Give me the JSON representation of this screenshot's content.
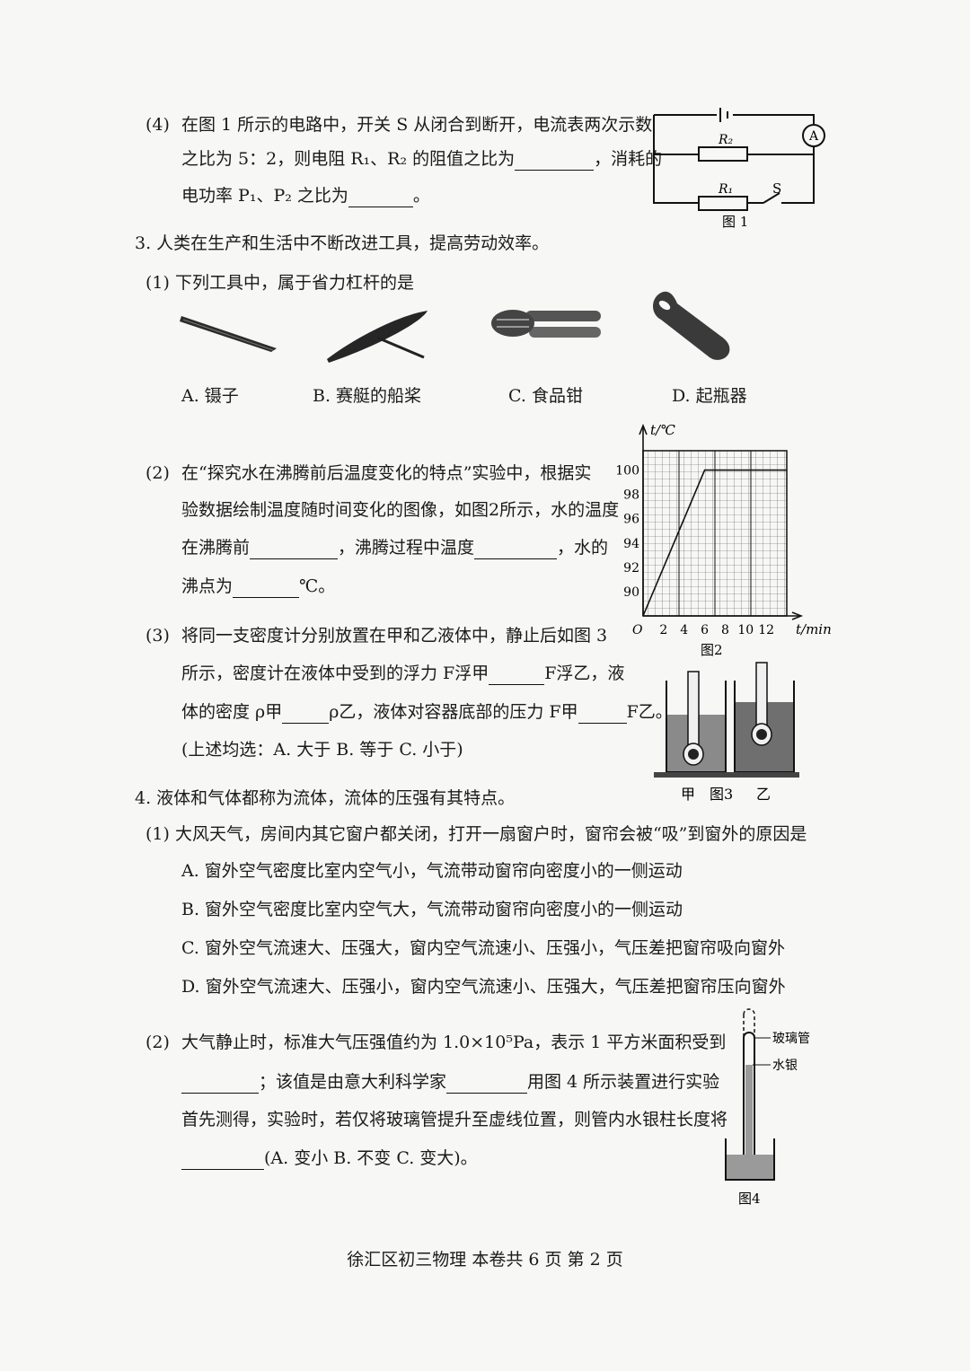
{
  "q2_4": {
    "num": "(4)",
    "l1": "在图 1 所示的电路中，开关 S 从闭合到断开，电流表两次示数",
    "l2a": "之比为 5：2，则电阻 R₁、R₂ 的阻值之比为",
    "l2b": "，消耗的",
    "l3a": "电功率 P₁、P₂ 之比为",
    "l3b": "。"
  },
  "fig1": {
    "r2": "R₂",
    "r1": "R₁",
    "s": "S",
    "a": "A",
    "caption": "图 1"
  },
  "q3": {
    "title": "3.  人类在生产和生活中不断改进工具，提高劳动效率。",
    "p1": "(1)  下列工具中，属于省力杠杆的是",
    "options": [
      "A.  镊子",
      "B.  赛艇的船桨",
      "C.  食品钳",
      "D.  起瓶器"
    ],
    "p2num": "(2)",
    "p2l1": "在“探究水在沸腾前后温度变化的特点”实验中，根据实",
    "p2l2": "验数据绘制温度随时间变化的图像，如图2所示，水的温度",
    "p2l3a": "在沸腾前",
    "p2l3b": "，沸腾过程中温度",
    "p2l3c": "，水的",
    "p2l4a": "沸点为",
    "p2l4b": "℃。",
    "p3num": "(3)",
    "p3l1": "将同一支密度计分别放置在甲和乙液体中，静止后如图 3",
    "p3l2a": "所示，密度计在液体中受到的浮力 F浮甲",
    "p3l2b": "F浮乙，液",
    "p3l3a": "体的密度 ρ甲",
    "p3l3b": "ρ乙，液体对容器底部的压力 F甲",
    "p3l3c": "F乙。",
    "p3l4": "(上述均选：A. 大于   B. 等于   C. 小于)"
  },
  "chart_data": {
    "type": "line",
    "title": "",
    "xlabel": "t/min",
    "ylabel": "t/℃",
    "x_ticks": [
      "O",
      "2",
      "4",
      "6",
      "8",
      "10",
      "12"
    ],
    "y_ticks": [
      "90",
      "92",
      "94",
      "96",
      "98",
      "100"
    ],
    "xlim": [
      0,
      14
    ],
    "ylim": [
      88,
      101
    ],
    "grid": true,
    "series": [
      {
        "x": [
          0,
          6,
          14
        ],
        "y": [
          88,
          100,
          100
        ]
      }
    ],
    "caption": "图2"
  },
  "fig3": {
    "jia": "甲",
    "caption": "图3",
    "yi": "乙"
  },
  "q4": {
    "title": "4.  液体和气体都称为流体，流体的压强有其特点。",
    "p1": "(1)  大风天气，房间内其它窗户都关闭，打开一扇窗户时，窗帘会被“吸”到窗外的原因是",
    "options": [
      "A.  窗外空气密度比室内空气小，气流带动窗帘向密度小的一侧运动",
      "B.  窗外空气密度比室内空气大，气流带动窗帘向密度小的一侧运动",
      "C.  窗外空气流速大、压强大，窗内空气流速小、压强小，气压差把窗帘吸向窗外",
      "D.  窗外空气流速大、压强小，窗内空气流速小、压强大，气压差把窗帘压向窗外"
    ],
    "p2num": "(2)",
    "p2l1": "大气静止时，标准大气压强值约为  1.0×10⁵Pa，表示  1  平方米面积受到",
    "p2l2a": "；该值是由意大利科学家",
    "p2l2b": "用图 4 所示装置进行实验",
    "p2l3": "首先测得，实验时，若仅将玻璃管提升至虚线位置，则管内水银柱长度将",
    "p2l4": "(A. 变小   B. 不变   C. 变大)。"
  },
  "fig4": {
    "tube": "玻璃管",
    "mercury": "水银",
    "caption": "图4"
  },
  "footer": "徐汇区初三物理    本卷共 6 页    第 2 页"
}
